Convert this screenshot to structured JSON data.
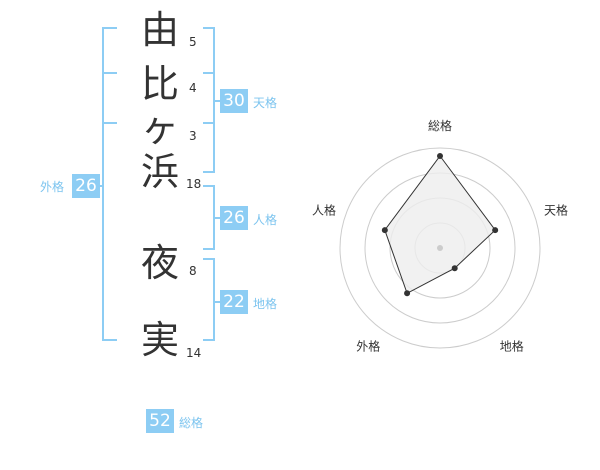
{
  "name": {
    "characters": [
      "由",
      "比",
      "ヶ",
      "浜",
      "夜",
      "実"
    ],
    "strokes": [
      "5",
      "4",
      "3",
      "18",
      "8",
      "14"
    ]
  },
  "kakusu": {
    "tenkaku": {
      "value": "30",
      "label": "天格"
    },
    "jinkaku": {
      "value": "26",
      "label": "人格"
    },
    "chikaku": {
      "value": "22",
      "label": "地格"
    },
    "gaikaku": {
      "value": "26",
      "label": "外格"
    },
    "soukaku": {
      "value": "52",
      "label": "総格"
    }
  },
  "chart_data": {
    "type": "radar",
    "axes": [
      "総格",
      "天格",
      "地格",
      "外格",
      "人格"
    ],
    "values": [
      0.92,
      0.58,
      0.25,
      0.56,
      0.58
    ],
    "max": 1,
    "rings": 4,
    "colors": {
      "line": "#333333",
      "fill": "#eeeeee",
      "ring": "#cccccc",
      "center": "#cccccc"
    }
  },
  "colors": {
    "accent": "#8dcdf4",
    "accent_text": "#7cc4ef",
    "bracket": "#8dcdf4",
    "text": "#333333"
  }
}
